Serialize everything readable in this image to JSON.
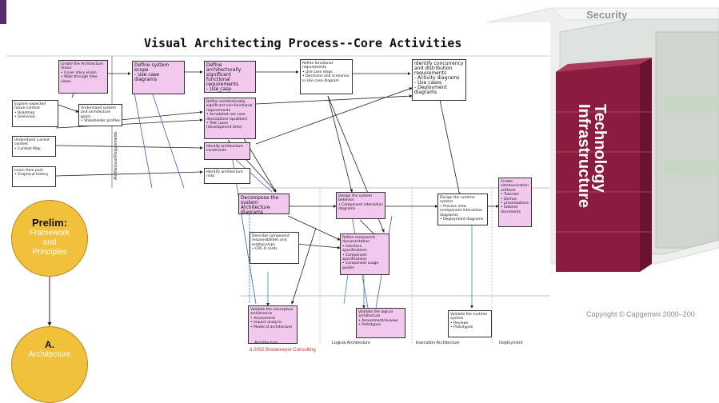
{
  "background_slide": {
    "security_label": "Security",
    "infrastructure_label": "Technology\nInfrastructure",
    "copyright": "Copyright © Capgemini 2000–200"
  },
  "diagram": {
    "title": "Visual Architecting Process--Core Activities",
    "vertical_label": "Architectural Requirements",
    "copyright": "d 2002 Bredemeyer Consulting",
    "lanes": [
      "Architecture",
      "Logical Architecture",
      "Execution Architecture",
      "Deployment"
    ]
  },
  "circles": {
    "prelim_title": "Prelim:",
    "prelim_text": "Framework\nand\nPrinciples",
    "a_title": "A.",
    "a_text": "Architecture"
  },
  "boxes": {
    "b1": "Create the Architecture Vision\n• Cover story vision\n• Walk-through time vision",
    "b2": "Define system scope\n- Use case diagrams",
    "b3": "Define architecturally significant functional requirements\n- Use case specifications",
    "b4": "Refine functional requirements\n• Use case steps\n• Decisions and scenarios in Use case diagram",
    "b5": "Identify concurrency and distribution requirements\n- Activity diagrams\n- Use cases\n- Deployment diagrams",
    "b6": "Explore expected future context\n• Roadmap\n• Scenarios",
    "b7": "Understand system and architecture goals\n• Stakeholder profiles",
    "b8": "Define architecturally significant non-functional requirements\n• Annotated use case descriptions (qualities)\n• Test cases (development time)",
    "b9": "Understand current context\n• Context Map",
    "b10": "Learn from past\n• Graphical history",
    "b11": "Identify architecture constraints",
    "b12": "Identify architecture risks",
    "b13": "Decompose the system\nArchitecture diagrams",
    "b14": "Design the system behavior\n• Component interaction diagrams",
    "b15": "Design the runtime system\n• Process view (component interaction diagrams)\n• Deployment diagrams",
    "b16": "Create communication artifacts\n• Tutorials\n• Demos\n• presentations\n• tailored documents",
    "b17": "Describe component responsibilities and relationships\n• CRC-R cards",
    "b18": "Refine component documentation\n• Interface specifications\n• Component specifications\n• Component usage guides",
    "b19": "Validate the conceptual architecture\n• Assessment\n• Impact analysis\n• Model of architecture",
    "b20": "Validate the logical architecture\n• Assessment/reviews\n• Prototypes",
    "b21": "Validate the runtime system\n• Reviews\n• Prototypes"
  },
  "colors": {
    "pink_box": "#f2c8ef",
    "circle_fill": "#f1c13b",
    "maroon_block": "#8b1c3f",
    "purple_edge": "#5a2a6e"
  }
}
